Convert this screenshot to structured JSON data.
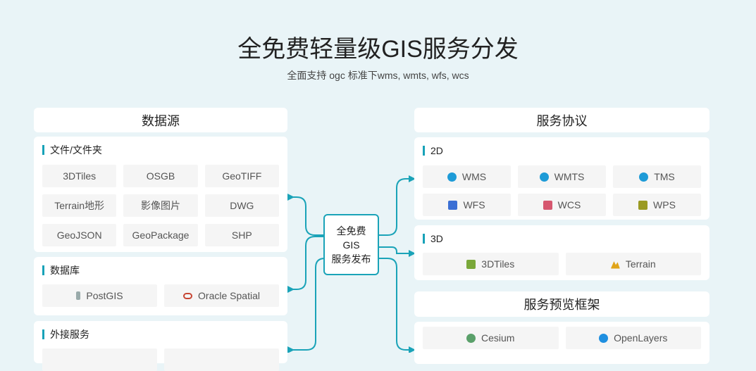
{
  "title": "全免费轻量级GIS服务分发",
  "subtitle": "全面支持 ogc 标准下wms, wmts, wfs, wcs",
  "accent": "#17a2b8",
  "left": {
    "header": "数据源",
    "files": {
      "label": "文件/文件夹",
      "items": [
        "3DTiles",
        "OSGB",
        "GeoTIFF",
        "Terrain地形",
        "影像图片",
        "DWG",
        "GeoJSON",
        "GeoPackage",
        "SHP"
      ]
    },
    "database": {
      "label": "数据库",
      "items": [
        {
          "label": "PostGIS",
          "icon": "postgis-icon"
        },
        {
          "label": "Oracle Spatial",
          "icon": "oracle-icon"
        }
      ]
    },
    "external": {
      "label": "外接服务"
    }
  },
  "center": {
    "line1": "全免费",
    "line2": "GIS",
    "line3": "服务发布"
  },
  "right": {
    "header": "服务协议",
    "d2": {
      "label": "2D",
      "items": [
        {
          "label": "WMS",
          "icon": "globe-icon"
        },
        {
          "label": "WMTS",
          "icon": "globe-icon"
        },
        {
          "label": "TMS",
          "icon": "globe-icon"
        },
        {
          "label": "WFS",
          "icon": "wfs-icon"
        },
        {
          "label": "WCS",
          "icon": "wcs-icon"
        },
        {
          "label": "WPS",
          "icon": "wps-icon"
        }
      ]
    },
    "d3": {
      "label": "3D",
      "items": [
        {
          "label": "3DTiles",
          "icon": "3dtiles-icon"
        },
        {
          "label": "Terrain",
          "icon": "terrain-icon"
        }
      ]
    },
    "preview_header": "服务预览框架",
    "preview": {
      "items": [
        {
          "label": "Cesium",
          "icon": "cesium-icon"
        },
        {
          "label": "OpenLayers",
          "icon": "openlayers-icon"
        }
      ]
    }
  }
}
